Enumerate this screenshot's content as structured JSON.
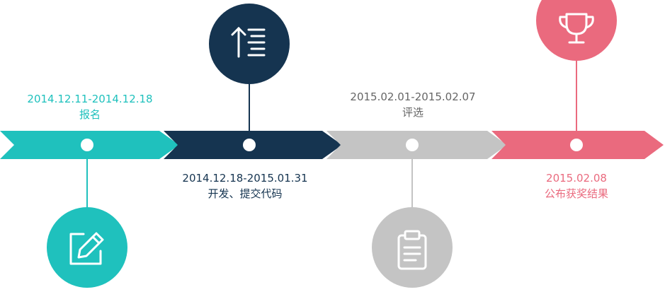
{
  "colors": {
    "teal": "#1fc1bd",
    "navy": "#153450",
    "gray": "#c4c4c4",
    "pink": "#ea6a7e",
    "background": "#ffffff",
    "node": "#ffffff"
  },
  "stages": [
    {
      "date": "2014.12.11-2014.12.18",
      "title": "报名",
      "icon": "edit-pencil-icon",
      "color": "#1fc1bd",
      "label_position": "above",
      "icon_position": "below"
    },
    {
      "date": "2014.12.18-2015.01.31",
      "title": "开发、提交代码",
      "icon": "upload-list-icon",
      "color": "#153450",
      "label_position": "below",
      "icon_position": "above"
    },
    {
      "date": "2015.02.01-2015.02.07",
      "title": "评选",
      "icon": "clipboard-icon",
      "color": "#c4c4c4",
      "text_color": "#666666",
      "label_position": "above",
      "icon_position": "below"
    },
    {
      "date": "2015.02.08",
      "title": "公布获奖结果",
      "icon": "trophy-icon",
      "color": "#ea6a7e",
      "label_position": "below",
      "icon_position": "above"
    }
  ]
}
